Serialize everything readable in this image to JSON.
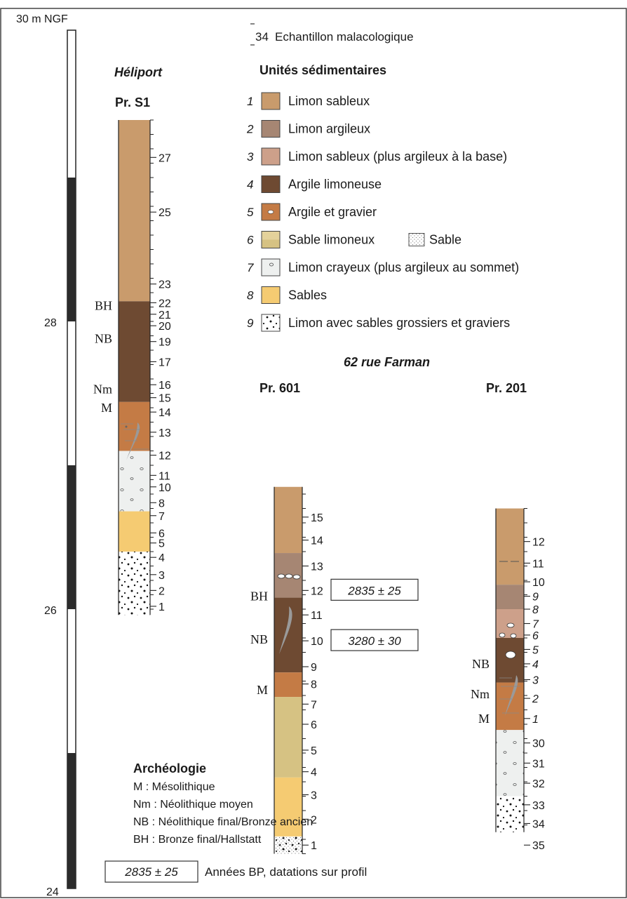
{
  "colors": {
    "u1": "#c99b6c",
    "u2": "#a68673",
    "u3": "#cda08a",
    "u4": "#6e4a32",
    "u5": "#c47b45",
    "u6": "#d6c283",
    "u7": "#eef0ef",
    "u8": "#f5cb72",
    "u9": "#ffffff",
    "sample_line": "#333333",
    "mollusc": "#9a9a9a"
  },
  "scale": {
    "top_label": "30 m NGF",
    "labels": [
      "28",
      "26",
      "24"
    ]
  },
  "legend": {
    "sample_number": "34",
    "sample_label": "Echantillon malacologique",
    "units_title": "Unités sédimentaires",
    "units": [
      {
        "num": "1",
        "label": "Limon sableux",
        "color_key": "u1",
        "icon": "none"
      },
      {
        "num": "2",
        "label": "Limon argileux",
        "color_key": "u2",
        "icon": "none"
      },
      {
        "num": "3",
        "label": "Limon sableux (plus argileux à la base)",
        "color_key": "u3",
        "icon": "none"
      },
      {
        "num": "4",
        "label": "Argile limoneuse",
        "color_key": "u4",
        "icon": "none"
      },
      {
        "num": "5",
        "label": "Argile et gravier",
        "color_key": "u5",
        "icon": "gravel"
      },
      {
        "num": "6",
        "label": "Sable limoneux",
        "color_key": "u6",
        "icon": "split",
        "extra": "Sable"
      },
      {
        "num": "7",
        "label": "Limon crayeux (plus argileux au sommet)",
        "color_key": "u7",
        "icon": "chalk"
      },
      {
        "num": "8",
        "label": "Sables",
        "color_key": "u8",
        "icon": "none"
      },
      {
        "num": "9",
        "label": "Limon avec sables grossiers et graviers",
        "color_key": "u9",
        "icon": "dots"
      }
    ]
  },
  "archeology": {
    "title": "Archéologie",
    "items": [
      "M : Mésolithique",
      "Nm : Néolithique moyen",
      "NB : Néolithique final/Bronze ancien",
      "BH : Bronze final/Hallstatt"
    ]
  },
  "dating_note": {
    "value": "2835 ± 25",
    "label": "Années BP, datations sur profil"
  },
  "site_heliport": "Héliport",
  "site_farman": "62 rue Farman",
  "profiles": [
    {
      "id": "s1",
      "title": "Pr. S1",
      "layers": [
        {
          "unit": "u1",
          "top": 29.4,
          "bottom": 28.14
        },
        {
          "unit": "u4",
          "top": 28.14,
          "bottom": 27.44
        },
        {
          "unit": "u5",
          "top": 27.44,
          "bottom": 27.1
        },
        {
          "unit": "u7",
          "top": 27.1,
          "bottom": 26.68
        },
        {
          "unit": "u8",
          "top": 26.68,
          "bottom": 26.4
        },
        {
          "unit": "u9",
          "top": 26.4,
          "bottom": 25.96
        }
      ],
      "samples": [
        {
          "n": "27",
          "z": 29.14
        },
        {
          "n": "25",
          "z": 28.76
        },
        {
          "n": "23",
          "z": 28.26
        },
        {
          "n": "22",
          "z": 28.13
        },
        {
          "n": "21",
          "z": 28.05
        },
        {
          "n": "20",
          "z": 27.97
        },
        {
          "n": "19",
          "z": 27.86
        },
        {
          "n": "17",
          "z": 27.72
        },
        {
          "n": "16",
          "z": 27.56
        },
        {
          "n": "15",
          "z": 27.47
        },
        {
          "n": "14",
          "z": 27.37
        },
        {
          "n": "13",
          "z": 27.23
        },
        {
          "n": "12",
          "z": 27.07
        },
        {
          "n": "11",
          "z": 26.93
        },
        {
          "n": "10",
          "z": 26.85
        },
        {
          "n": "8",
          "z": 26.74
        },
        {
          "n": "7",
          "z": 26.65
        },
        {
          "n": "6",
          "z": 26.53
        },
        {
          "n": "5",
          "z": 26.46
        },
        {
          "n": "4",
          "z": 26.36
        },
        {
          "n": "3",
          "z": 26.24
        },
        {
          "n": "2",
          "z": 26.13
        },
        {
          "n": "1",
          "z": 26.02
        }
      ],
      "arch": [
        {
          "label": "BH",
          "z": 28.11
        },
        {
          "label": "NB",
          "z": 27.88
        },
        {
          "label": "Nm",
          "z": 27.53
        },
        {
          "label": "M",
          "z": 27.4
        }
      ]
    },
    {
      "id": "p601",
      "title": "Pr. 601",
      "layers": [
        {
          "unit": "u1",
          "top": 26.85,
          "bottom": 26.39
        },
        {
          "unit": "u2",
          "top": 26.39,
          "bottom": 26.08
        },
        {
          "unit": "u4",
          "top": 26.08,
          "bottom": 25.56
        },
        {
          "unit": "u5",
          "top": 25.56,
          "bottom": 25.39
        },
        {
          "unit": "u6",
          "top": 25.39,
          "bottom": 24.83
        },
        {
          "unit": "u8",
          "top": 24.83,
          "bottom": 24.42
        },
        {
          "unit": "u9",
          "top": 24.42,
          "bottom": 24.3
        }
      ],
      "samples": [
        {
          "n": "15",
          "z": 26.64
        },
        {
          "n": "14",
          "z": 26.48
        },
        {
          "n": "13",
          "z": 26.3
        },
        {
          "n": "12",
          "z": 26.13
        },
        {
          "n": "11",
          "z": 25.96
        },
        {
          "n": "10",
          "z": 25.78
        },
        {
          "n": "9",
          "z": 25.6
        },
        {
          "n": "8",
          "z": 25.48
        },
        {
          "n": "7",
          "z": 25.34
        },
        {
          "n": "6",
          "z": 25.2
        },
        {
          "n": "5",
          "z": 25.02
        },
        {
          "n": "4",
          "z": 24.87
        },
        {
          "n": "3",
          "z": 24.71
        },
        {
          "n": "2",
          "z": 24.54
        },
        {
          "n": "1",
          "z": 24.36
        }
      ],
      "arch": [
        {
          "label": "BH",
          "z": 26.09
        },
        {
          "label": "NB",
          "z": 25.79
        },
        {
          "label": "M",
          "z": 25.44
        }
      ],
      "dates": [
        {
          "value": "2835 ± 25",
          "z": 26.13
        },
        {
          "value": "3280 ± 30",
          "z": 25.78
        }
      ]
    },
    {
      "id": "p201",
      "title": "Pr. 201",
      "layers": [
        {
          "unit": "u1",
          "top": 26.7,
          "bottom": 26.17
        },
        {
          "unit": "u2",
          "top": 26.17,
          "bottom": 26.0
        },
        {
          "unit": "u3",
          "top": 26.0,
          "bottom": 25.8
        },
        {
          "unit": "u4",
          "top": 25.8,
          "bottom": 25.49
        },
        {
          "unit": "u5",
          "top": 25.49,
          "bottom": 25.16
        },
        {
          "unit": "u7",
          "top": 25.16,
          "bottom": 24.7
        },
        {
          "unit": "u9",
          "top": 24.7,
          "bottom": 24.45
        }
      ],
      "samples": [
        {
          "n": "12",
          "z": 26.47
        },
        {
          "n": "11",
          "z": 26.32
        },
        {
          "n": "10",
          "z": 26.19
        },
        {
          "n": "9",
          "z": 26.09,
          "italic": true
        },
        {
          "n": "8",
          "z": 26.0,
          "italic": true
        },
        {
          "n": "7",
          "z": 25.9,
          "italic": true
        },
        {
          "n": "6",
          "z": 25.82,
          "italic": true
        },
        {
          "n": "5",
          "z": 25.72,
          "italic": true
        },
        {
          "n": "4",
          "z": 25.62,
          "italic": true
        },
        {
          "n": "3",
          "z": 25.51,
          "italic": true
        },
        {
          "n": "2",
          "z": 25.38,
          "italic": true
        },
        {
          "n": "1",
          "z": 25.24,
          "italic": true
        },
        {
          "n": "30",
          "z": 25.07
        },
        {
          "n": "31",
          "z": 24.93
        },
        {
          "n": "32",
          "z": 24.79
        },
        {
          "n": "33",
          "z": 24.64
        },
        {
          "n": "34",
          "z": 24.51
        },
        {
          "n": "35",
          "z": 24.36
        }
      ],
      "arch": [
        {
          "label": "NB",
          "z": 25.62
        },
        {
          "label": "Nm",
          "z": 25.41
        },
        {
          "label": "M",
          "z": 25.24
        }
      ]
    }
  ]
}
